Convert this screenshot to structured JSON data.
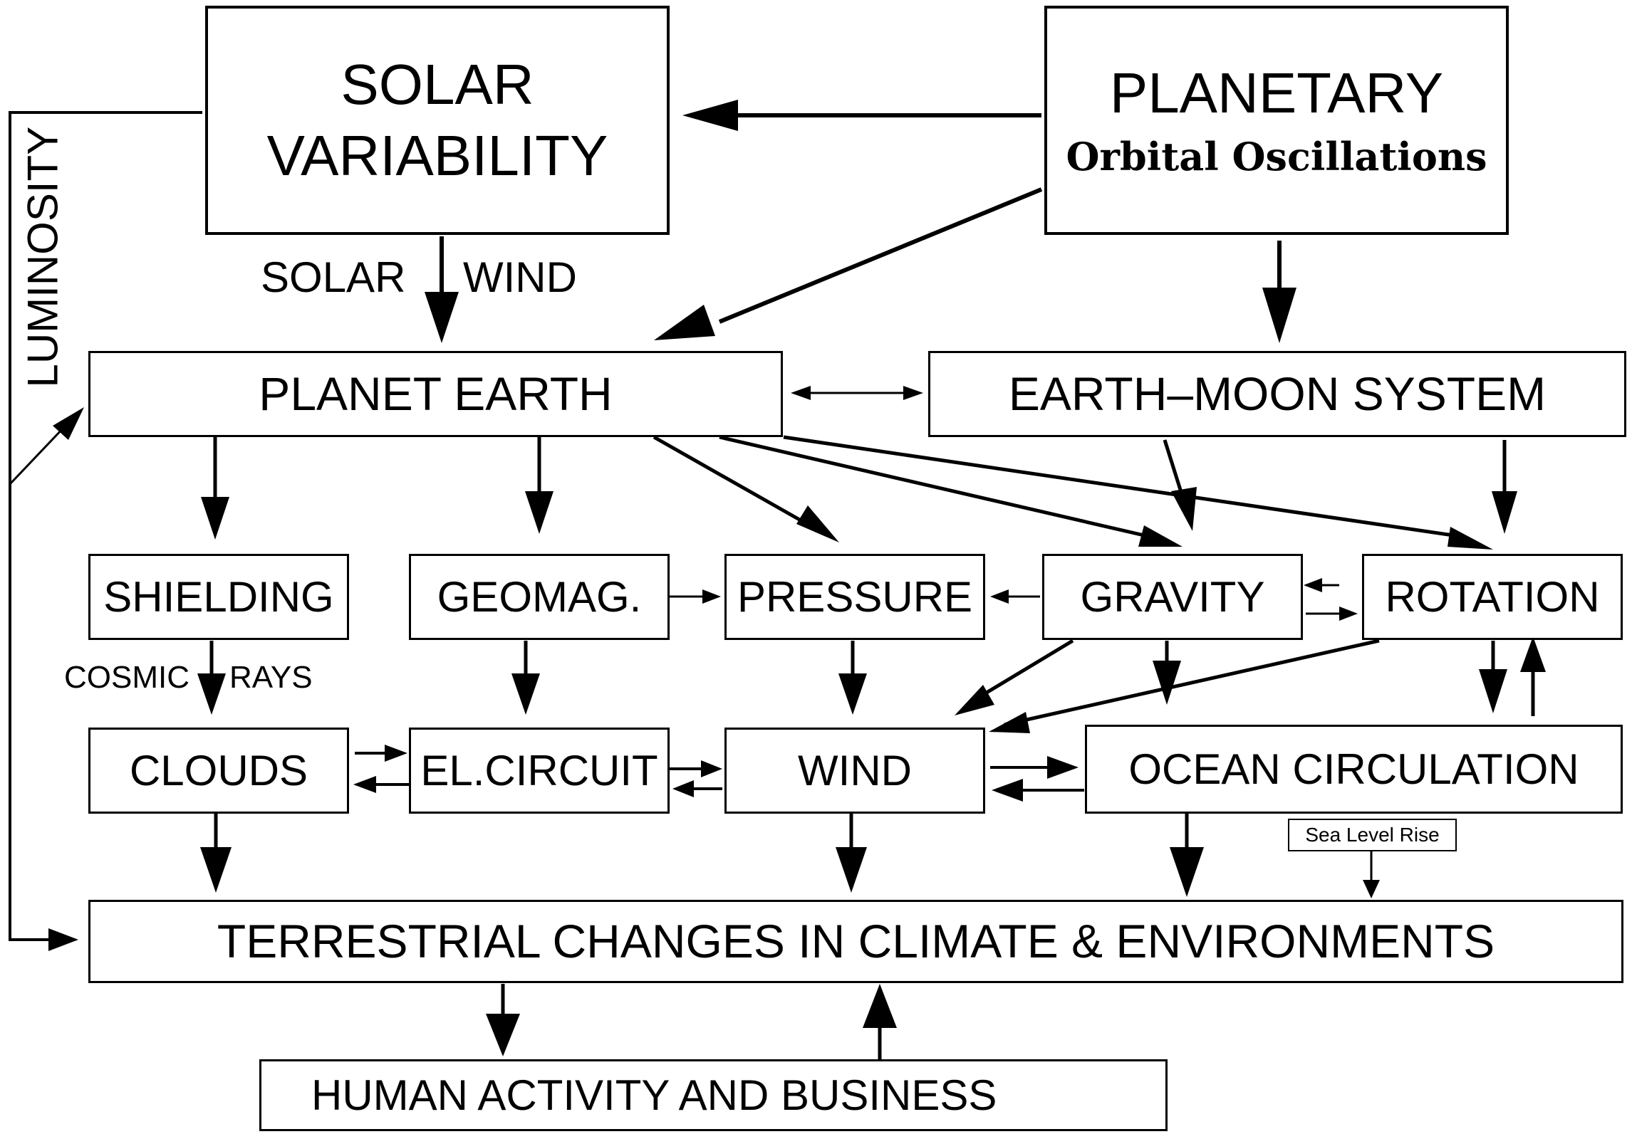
{
  "boxes": {
    "solar": {
      "line1": "SOLAR",
      "line2": "VARIABILITY"
    },
    "planetary": {
      "line1": "PLANETARY",
      "line2": "Orbital Oscillations"
    },
    "planet_earth": "PLANET EARTH",
    "earth_moon": "EARTH–MOON SYSTEM",
    "shielding": "SHIELDING",
    "geomag": "GEOMAG.",
    "pressure": "PRESSURE",
    "gravity": "GRAVITY",
    "rotation": "ROTATION",
    "clouds": "CLOUDS",
    "el_circuit": "EL.CIRCUIT",
    "wind": "WIND",
    "ocean": "OCEAN CIRCULATION",
    "sea_level": "Sea Level Rise",
    "terrestrial": "TERRESTRIAL CHANGES IN CLIMATE & ENVIRONMENTS",
    "human": "HUMAN ACTIVITY AND BUSINESS"
  },
  "labels": {
    "luminosity": "LUMINOSITY",
    "solar_word": "SOLAR",
    "wind_word": "WIND",
    "cosmic": "COSMIC",
    "rays": "RAYS"
  }
}
